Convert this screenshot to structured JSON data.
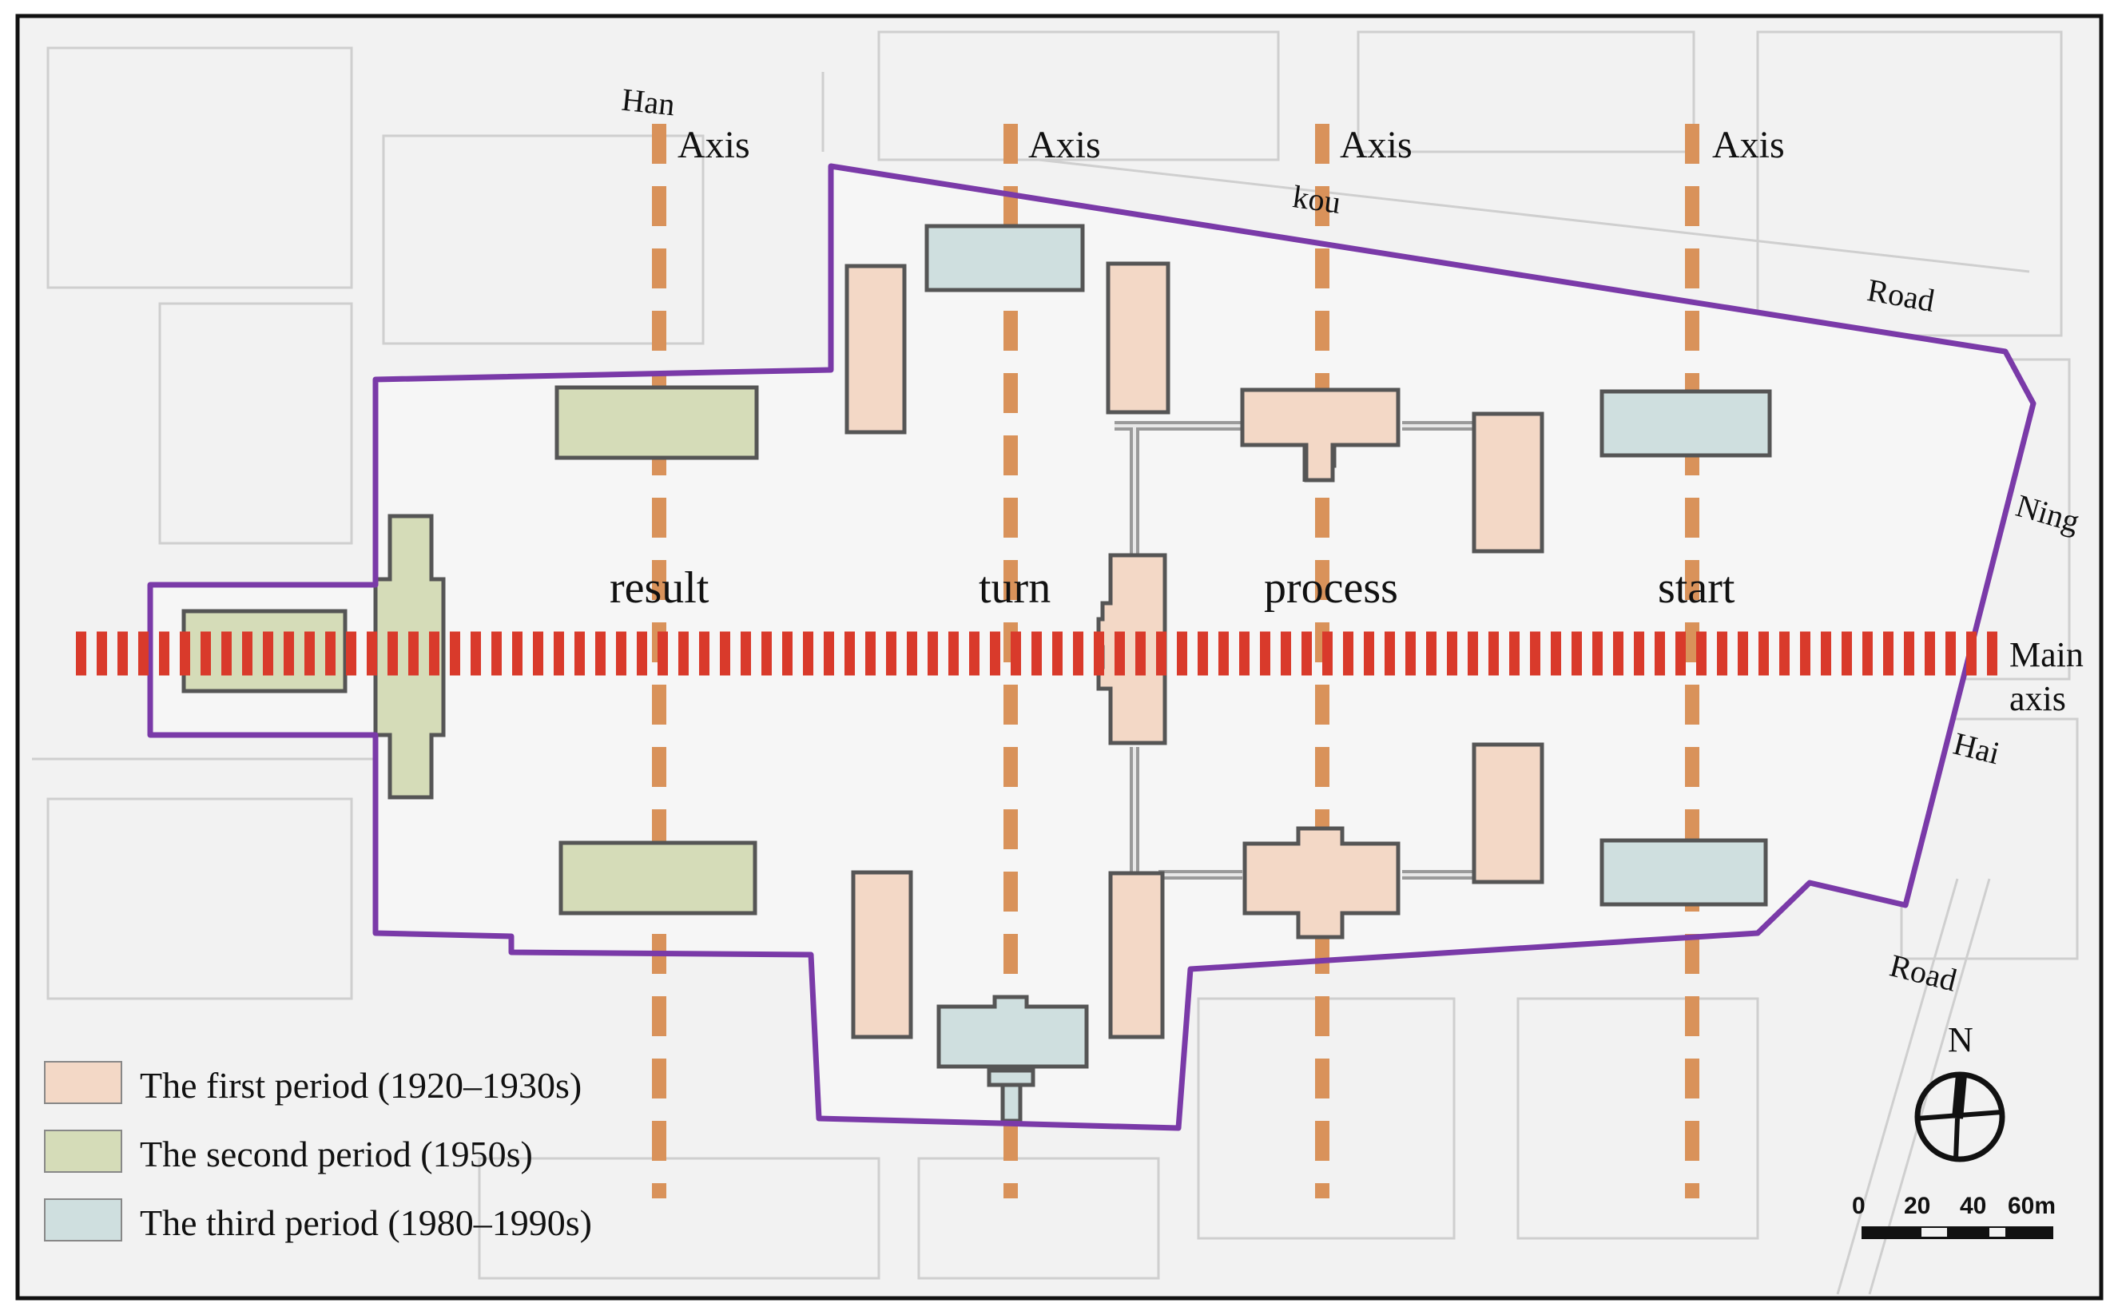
{
  "colors": {
    "first_period": "#f3d8c6",
    "second_period": "#d5dcb8",
    "third_period": "#cfdfdf",
    "boundary": "#7a3aa8",
    "main_axis": "#d93a2b",
    "secondary_axis": "#d9925a",
    "building_outline": "#555555"
  },
  "axes": {
    "label": "Axis",
    "names": [
      "result",
      "turn",
      "process",
      "start"
    ]
  },
  "main_axis": {
    "line1": "Main",
    "line2": "axis"
  },
  "roads": {
    "top": [
      "Han",
      "kou",
      "Road"
    ],
    "right": [
      "Ning",
      "Hai",
      "Road"
    ]
  },
  "legend": [
    {
      "label": "The first period (1920–1930s)",
      "color": "#f3d8c6"
    },
    {
      "label": "The second period (1950s)",
      "color": "#d5dcb8"
    },
    {
      "label": "The third period (1980–1990s)",
      "color": "#cfdfdf"
    }
  ],
  "compass": {
    "label": "N"
  },
  "scale_bar": {
    "ticks": [
      "0",
      "20",
      "40",
      "60m"
    ]
  }
}
